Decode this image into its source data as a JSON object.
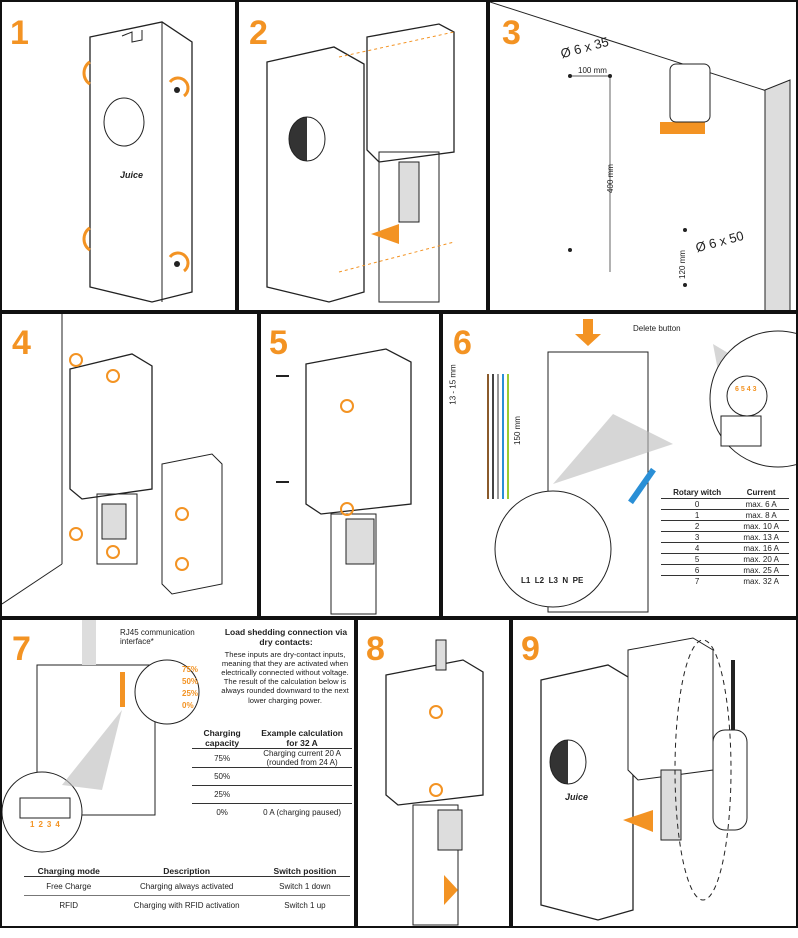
{
  "steps": [
    "1",
    "2",
    "3",
    "4",
    "5",
    "6",
    "7",
    "8",
    "9"
  ],
  "brand": "Juice",
  "step3": {
    "hole_top": "Ø 6 x 35",
    "hole_bottom": "Ø 6 x 50",
    "dim_width": "100 mm",
    "dim_height": "400 mm",
    "dim_bottom": "120 mm"
  },
  "step6": {
    "delete_button": "Delete button",
    "dim_strip": "13 - 15 mm",
    "dim_cable": "150 mm",
    "terminals": [
      "L1",
      "L2",
      "L3",
      "N",
      "PE"
    ],
    "rotary_header": [
      "Rotary witch",
      "Current"
    ],
    "rotary_rows": [
      [
        "0",
        "max.   6 A"
      ],
      [
        "1",
        "max.   8 A"
      ],
      [
        "2",
        "max. 10 A"
      ],
      [
        "3",
        "max. 13 A"
      ],
      [
        "4",
        "max. 16 A"
      ],
      [
        "5",
        "max. 20 A"
      ],
      [
        "6",
        "max. 25 A"
      ],
      [
        "7",
        "max. 32 A"
      ]
    ],
    "dial_digits": [
      "6",
      "5",
      "4",
      "3"
    ]
  },
  "step7": {
    "rj45": "RJ45 communication interface*",
    "title": "Load shedding connection via dry contacts:",
    "desc": "These inputs are dry-contact inputs, meaning that they are activated when electrically connected without voltage. The result of the calculation below is always rounded downward to the next lower charging power.",
    "pct_labels": [
      "75%",
      "50%",
      "25%",
      "0%"
    ],
    "dip_numbers": [
      "1",
      "2",
      "3",
      "4"
    ],
    "cap_header": [
      "Charging capacity",
      "Example calculation for 32 A"
    ],
    "cap_rows": [
      [
        "75%",
        "Charging current 20 A (rounded from 24 A)"
      ],
      [
        "50%",
        ""
      ],
      [
        "25%",
        ""
      ],
      [
        "0%",
        "0 A (charging paused)"
      ]
    ],
    "mode_header": [
      "Charging mode",
      "Description",
      "Switch position"
    ],
    "mode_rows": [
      [
        "Free Charge",
        "Charging always activated",
        "Switch 1 down"
      ],
      [
        "RFID",
        "Charging with RFID activation",
        "Switch 1 up"
      ]
    ]
  },
  "colors": {
    "accent": "#f39323",
    "line": "#222222",
    "wall": "#eeeeee"
  }
}
